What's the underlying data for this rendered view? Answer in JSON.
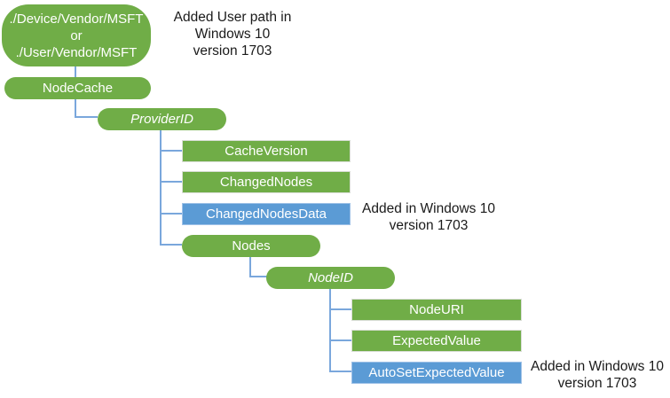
{
  "colors": {
    "node_green": "#70AD47",
    "node_blue": "#5B9BD5",
    "green_border": "#D9DED6",
    "blue_border": "#9EC1E7",
    "connector": "#7AA7DC",
    "label_text": "#FFFFFF",
    "annotation_text": "#1A1A1A",
    "background": "#FFFFFF"
  },
  "nodes": {
    "root": {
      "line1": "./Device/Vendor/MSFT",
      "line2": "or",
      "line3": "./User/Vendor/MSFT"
    },
    "node_cache": {
      "label": "NodeCache"
    },
    "provider_id": {
      "label": "ProviderID"
    },
    "cache_version": {
      "label": "CacheVersion"
    },
    "changed_nodes": {
      "label": "ChangedNodes"
    },
    "changed_nodes_data": {
      "label": "ChangedNodesData"
    },
    "nodes": {
      "label": "Nodes"
    },
    "node_id": {
      "label": "NodeID"
    },
    "node_uri": {
      "label": "NodeURI"
    },
    "expected_value": {
      "label": "ExpectedValue"
    },
    "auto_set_expected_value": {
      "label": "AutoSetExpectedValue"
    }
  },
  "annotations": {
    "top": {
      "line1": "Added User path in",
      "line2": "Windows 10",
      "line3": "version 1703"
    },
    "middle": {
      "line1": "Added in Windows 10",
      "line2": "version 1703"
    },
    "bottom": {
      "line1": "Added in Windows 10",
      "line2": "version 1703"
    }
  }
}
